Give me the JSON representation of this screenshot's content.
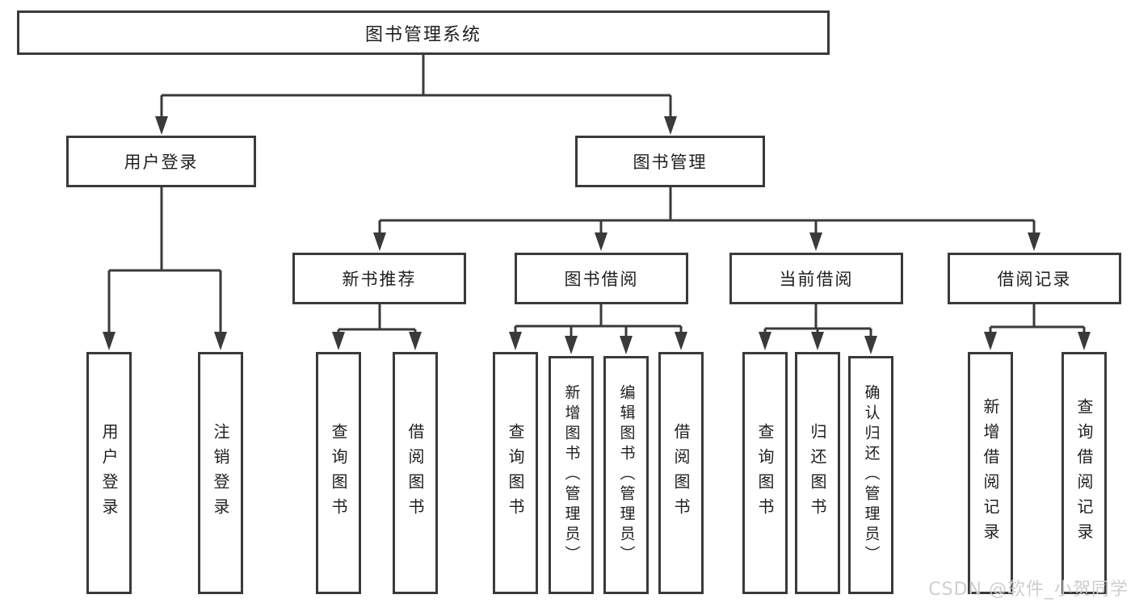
{
  "diagram": {
    "root": {
      "label": "图书管理系统"
    },
    "level2": [
      {
        "label": "用户登录"
      },
      {
        "label": "图书管理"
      }
    ],
    "level3": [
      {
        "label": "新书推荐"
      },
      {
        "label": "图书借阅"
      },
      {
        "label": "当前借阅"
      },
      {
        "label": "借阅记录"
      }
    ],
    "leaves": {
      "user_login": [
        {
          "label": "用户登录"
        },
        {
          "label": "注销登录"
        }
      ],
      "new_book": [
        {
          "label": "查询图书"
        },
        {
          "label": "借阅图书"
        }
      ],
      "borrow": [
        {
          "label": "查询图书"
        },
        {
          "label": "新增图书（管理员）"
        },
        {
          "label": "编辑图书（管理员）"
        },
        {
          "label": "借阅图书"
        }
      ],
      "current": [
        {
          "label": "查询图书"
        },
        {
          "label": "归还图书"
        },
        {
          "label": "确认归还（管理员）"
        }
      ],
      "records": [
        {
          "label": "新增借阅记录"
        },
        {
          "label": "查询借阅记录"
        }
      ]
    }
  },
  "watermark": {
    "text": "CSDN @软件_小贺同学"
  },
  "colors": {
    "line": "#3a3a3a",
    "text": "#1f1f1f",
    "box_bg": "#ffffff",
    "watermark": "#cccccc",
    "background": "#ffffff"
  }
}
